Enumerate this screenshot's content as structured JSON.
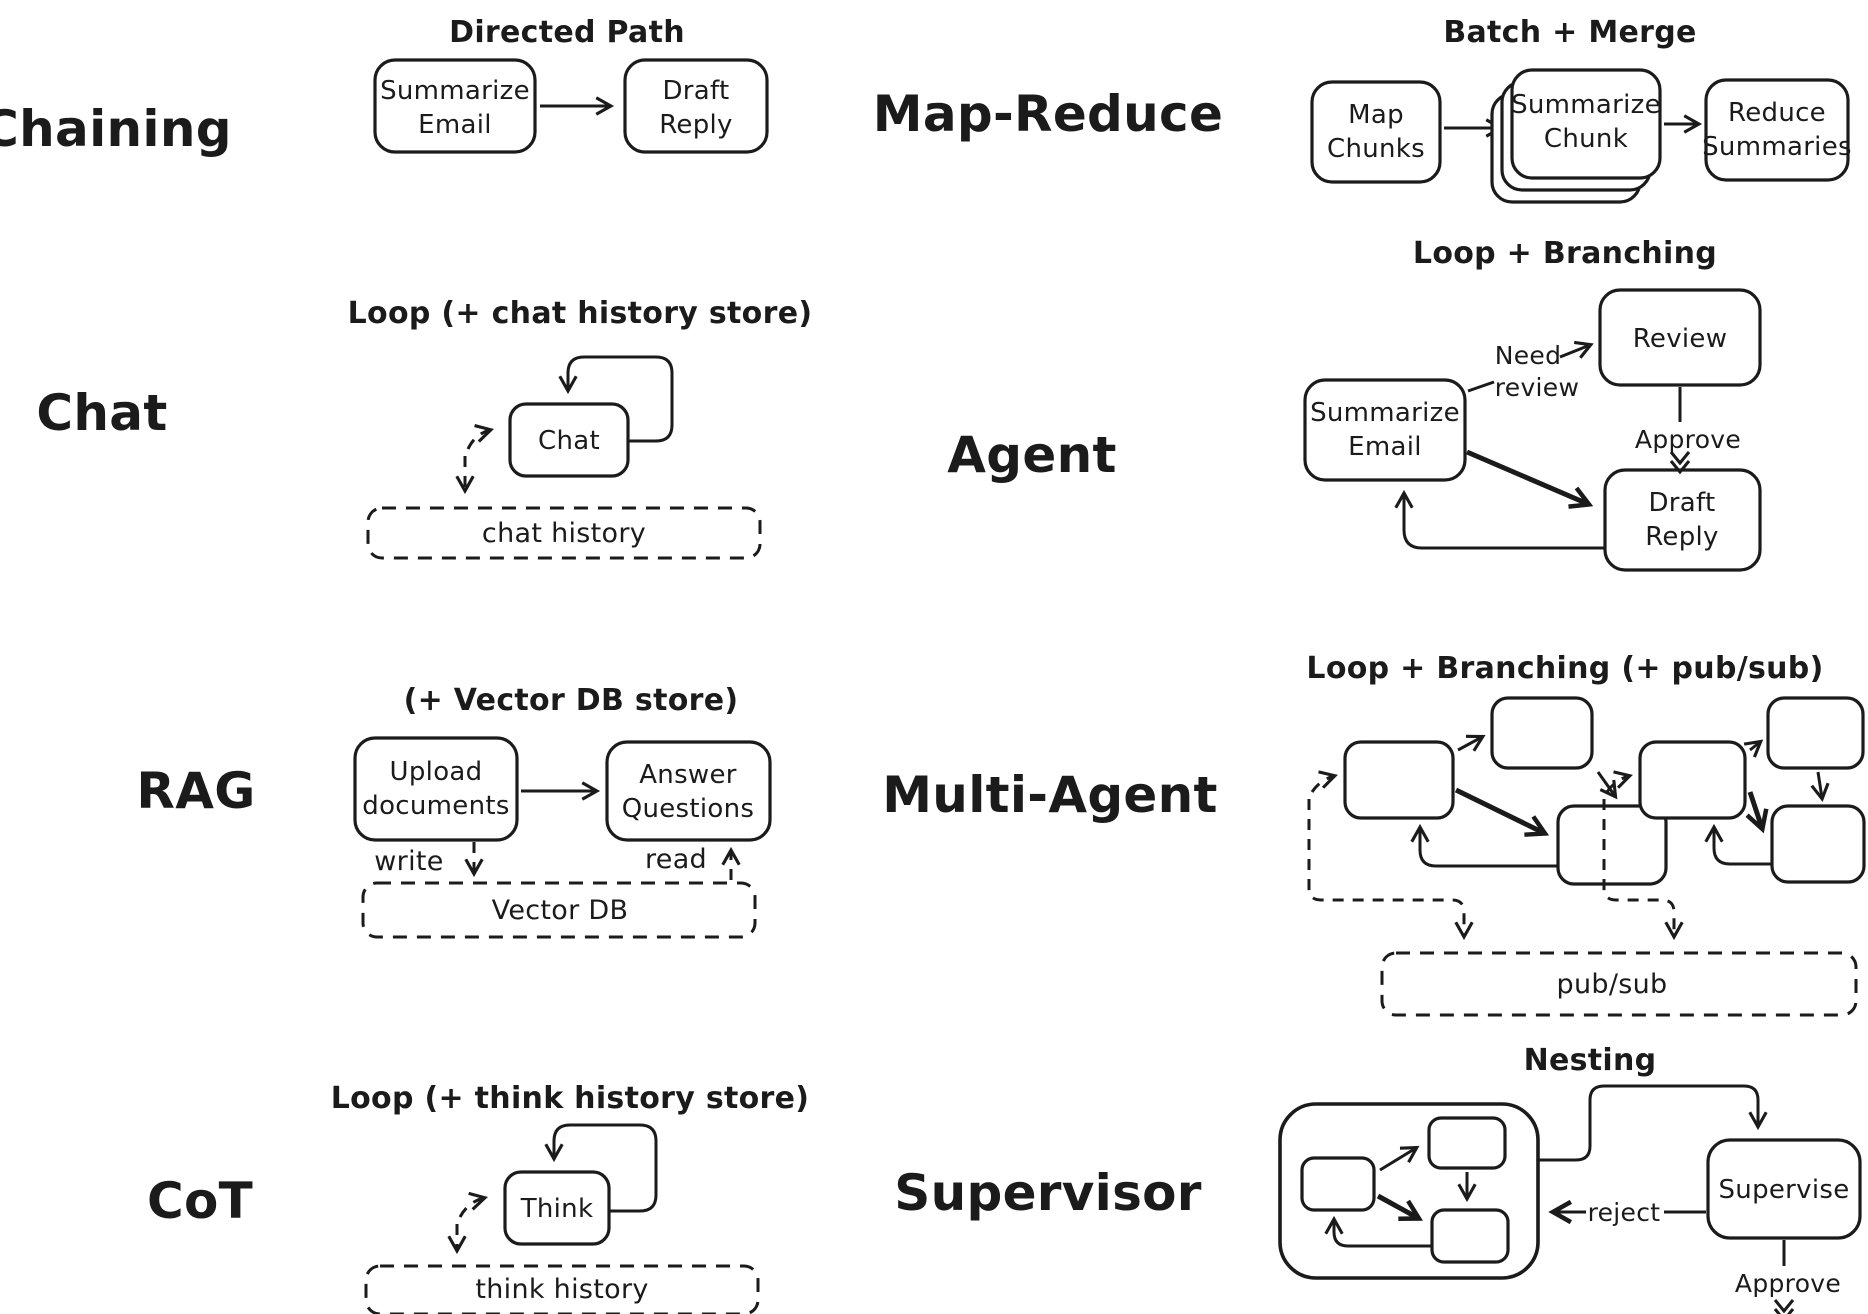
{
  "colors": {
    "ink": "#1b1b1b",
    "background": "#ffffff"
  },
  "chaining": {
    "label": "Chaining",
    "title": "Directed Path",
    "node_summarize_email": [
      "Summarize",
      "Email"
    ],
    "node_draft_reply": [
      "Draft",
      "Reply"
    ]
  },
  "map_reduce": {
    "label": "Map-Reduce",
    "title": "Batch + Merge",
    "node_map_chunks": [
      "Map",
      "Chunks"
    ],
    "node_summarize_chunk": [
      "Summarize",
      "Chunk"
    ],
    "node_reduce_summaries": [
      "Reduce",
      "Summaries"
    ]
  },
  "chat": {
    "label": "Chat",
    "title": "Loop (+ chat history store)",
    "node_chat": "Chat",
    "store": "chat history"
  },
  "agent": {
    "label": "Agent",
    "title": "Loop + Branching",
    "node_review": "Review",
    "node_summarize_email": [
      "Summarize",
      "Email"
    ],
    "node_draft_reply": [
      "Draft",
      "Reply"
    ],
    "edge_need_review": [
      "Need",
      "review"
    ],
    "edge_approve": "Approve"
  },
  "rag": {
    "label": "RAG",
    "title": "(+ Vector DB store)",
    "node_upload": [
      "Upload",
      "documents"
    ],
    "node_answer": [
      "Answer",
      "Questions"
    ],
    "edge_write": "write",
    "edge_read": "read",
    "store": "Vector DB"
  },
  "multi_agent": {
    "label": "Multi-Agent",
    "title": "Loop + Branching (+ pub/sub)",
    "store": "pub/sub"
  },
  "cot": {
    "label": "CoT",
    "title": "Loop (+ think history store)",
    "node_think": "Think",
    "store": "think history"
  },
  "supervisor": {
    "label": "Supervisor",
    "title": "Nesting",
    "node_supervise": "Supervise",
    "edge_reject": "reject",
    "edge_approve": "Approve"
  }
}
